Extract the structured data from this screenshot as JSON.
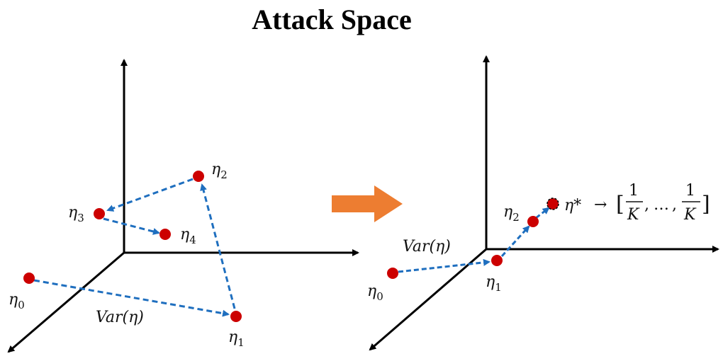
{
  "title": "Attack Space",
  "colors": {
    "point": "#cc0000",
    "arrow": "#1f6fbf",
    "big_arrow": "#ed7d31",
    "axis": "#000000"
  },
  "left_panel": {
    "points": [
      "η0",
      "η1",
      "η2",
      "η3",
      "η4"
    ],
    "labels": {
      "eta0": {
        "base": "η",
        "sub": "0"
      },
      "eta1": {
        "base": "η",
        "sub": "1"
      },
      "eta2": {
        "base": "η",
        "sub": "2"
      },
      "eta3": {
        "base": "η",
        "sub": "3"
      },
      "eta4": {
        "base": "η",
        "sub": "4"
      },
      "var": "Var(η)"
    }
  },
  "right_panel": {
    "labels": {
      "eta0": {
        "base": "η",
        "sub": "0"
      },
      "eta1": {
        "base": "η",
        "sub": "1"
      },
      "eta2": {
        "base": "η",
        "sub": "2"
      },
      "eta_star": "η*",
      "var": "Var(η)",
      "arrow": "→",
      "bracket_open": "[",
      "bracket_close": "]",
      "frac_num": "1",
      "frac_den": "K",
      "comma": ",",
      "ellipsis": "…"
    }
  }
}
